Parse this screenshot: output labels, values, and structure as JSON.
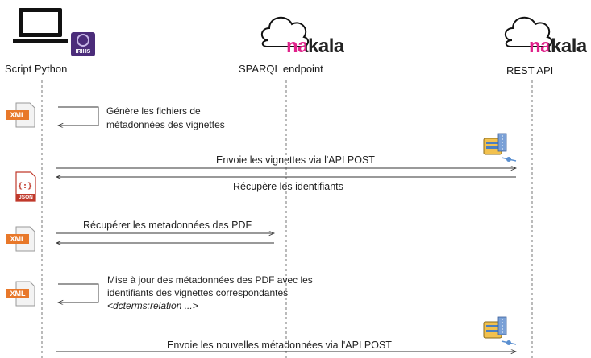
{
  "actors": {
    "script": {
      "label": "Script Python",
      "logo": "IRIHS"
    },
    "sparql": {
      "label": "SPARQL endpoint",
      "brand": "nakala"
    },
    "rest": {
      "label": "REST API",
      "brand": "nakala"
    }
  },
  "steps": [
    {
      "icon": "xml-file-icon",
      "icon_text": "XML",
      "lines": [
        "Génère les fichiers de",
        "métadonnées des vignettes"
      ]
    },
    {
      "icon": "zip-archive-icon",
      "text": "Envoie les vignettes via l'API POST"
    },
    {
      "icon": "json-file-icon",
      "icon_text": "JSON",
      "text": "Récupère les identifiants"
    },
    {
      "icon": "xml-file-icon",
      "icon_text": "XML",
      "text": "Récupérer les metadonnées des PDF"
    },
    {
      "icon": "xml-file-icon",
      "icon_text": "XML",
      "lines": [
        "Mise à jour des métadonnées des PDF avec les",
        "identifiants des vignettes correspondantes",
        "<dcterms:relation ...>"
      ]
    },
    {
      "icon": "zip-archive-icon",
      "text": "Envoie les nouvelles métadonnées via l'API POST"
    }
  ],
  "colors": {
    "nakala_pink": "#e0218a",
    "xml_orange": "#e8782a",
    "json_red": "#c0392b",
    "irihs_purple": "#4b2c7a"
  }
}
